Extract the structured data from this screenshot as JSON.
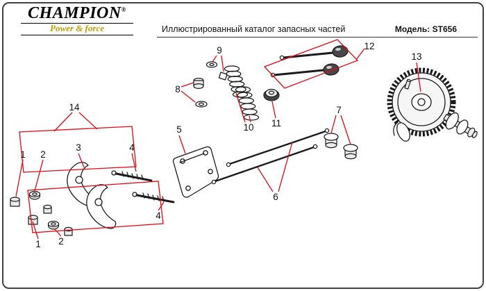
{
  "header": {
    "brand": "CHAMPION",
    "reg_mark": "®",
    "tagline": "Power & force",
    "title": "Иллюстрированный каталог запасных частей",
    "model": "Модель: ST656"
  },
  "diagram": {
    "callouts": [
      {
        "label": "14"
      },
      {
        "label": "1"
      },
      {
        "label": "2"
      },
      {
        "label": "3"
      },
      {
        "label": "4"
      },
      {
        "label": "1"
      },
      {
        "label": "2"
      },
      {
        "label": "4"
      },
      {
        "label": "5"
      },
      {
        "label": "6"
      },
      {
        "label": "7"
      },
      {
        "label": "8"
      },
      {
        "label": "9"
      },
      {
        "label": "10"
      },
      {
        "label": "11"
      },
      {
        "label": "12"
      },
      {
        "label": "13"
      }
    ]
  },
  "colors": {
    "callout_red": "#e30613",
    "ink": "#1a1a1a",
    "brand_gold": "#bf9b00"
  }
}
